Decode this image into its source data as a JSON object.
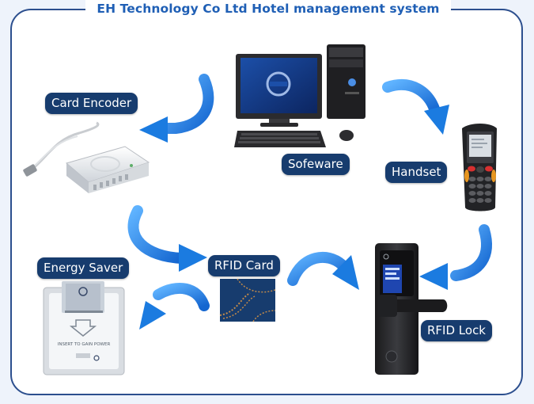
{
  "header": {
    "title": "EH Technology Co Ltd Hotel management system"
  },
  "nodes": {
    "card_encoder": "Card Encoder",
    "software": "Sofeware",
    "handset": "Handset",
    "energy_saver": "Energy Saver",
    "rfid_card": "RFID Card",
    "rfid_lock": "RFID Lock"
  },
  "device_text": {
    "energy_saver_insert": "INSERT TO GAIN POWER"
  },
  "colors": {
    "title": "#1f5fb5",
    "label_bg": "#173c6e",
    "arrow": "#1c7fe0",
    "border": "#2c4f8e"
  }
}
